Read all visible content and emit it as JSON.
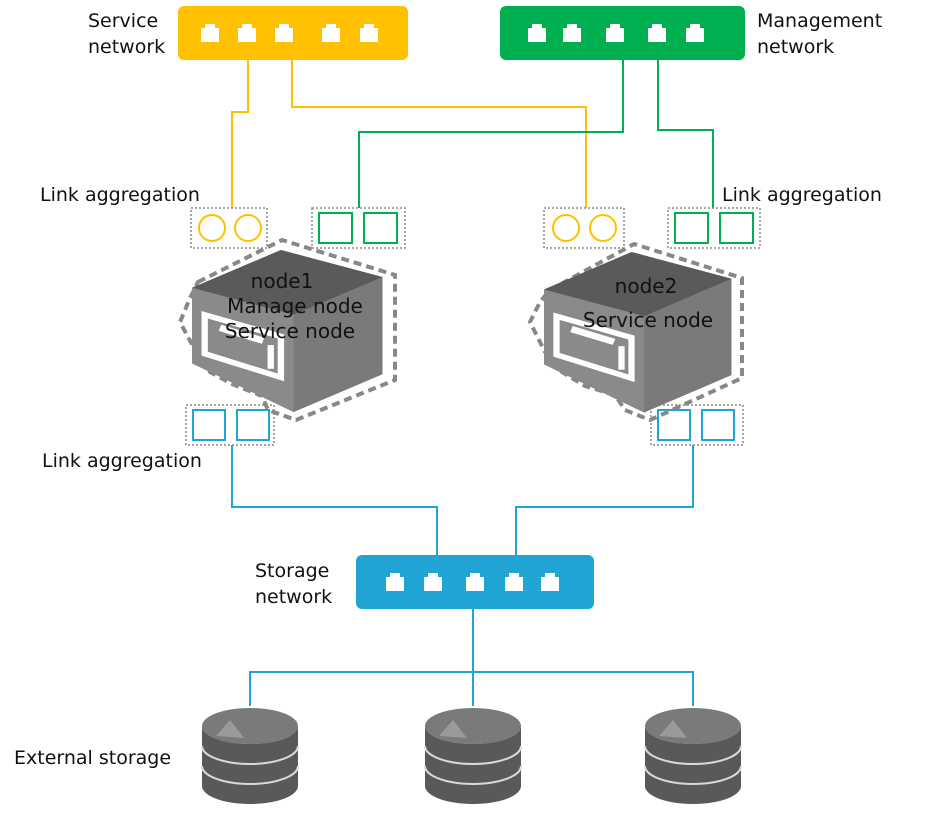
{
  "service_switch": {
    "label_line1": "Service",
    "label_line2": "network",
    "color": "#FFC000"
  },
  "management_switch": {
    "label_line1": "Management",
    "label_line2": "network",
    "color": "#00B050"
  },
  "storage_switch": {
    "label_line1": "Storage",
    "label_line2": "network",
    "color": "#1FA4D4"
  },
  "link_aggregation_labels": [
    "Link aggregation",
    "Link aggregation",
    "Link aggregation"
  ],
  "node1": {
    "name": "node1",
    "role1": "Manage node",
    "role2": "Service node"
  },
  "node2": {
    "name": "node2",
    "role1": "Service node"
  },
  "external_storage_label": "External storage",
  "colors": {
    "server_body": "#6f6f6f",
    "server_top": "#5e5e5e",
    "disk": "#6a6a6a",
    "dotted_border": "#888888"
  },
  "icons": [
    "ethernet-port-icon",
    "server-icon",
    "disk-icon"
  ]
}
